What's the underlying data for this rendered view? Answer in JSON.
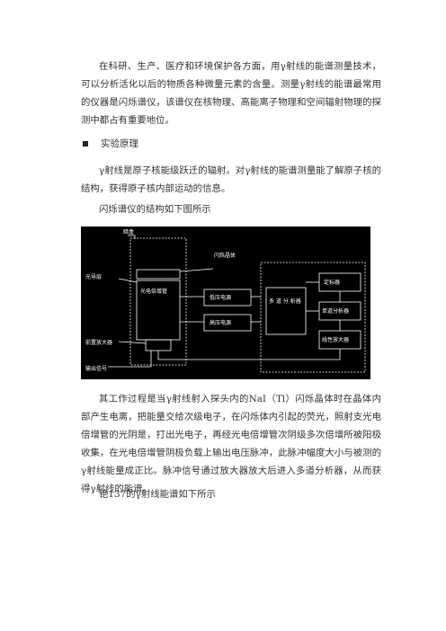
{
  "paragraphs": {
    "intro": "在科研、生产、医疗和环境保护各方面，用γ射线的能谱测量技术，可以分析活化以后的物质各种微量元素的含量。测量γ射线的能谱最常用的仪器是闪烁谱仪，该谱仪在核物理、高能离子物理和空间辐射物理的探测中都占有重要地位。",
    "section_title": "实验原理",
    "principle": "γ射线是原子核能级跃迁的辐射。对γ射线的能谱测量能了解原子核的结构，获得原子核内部运动的信息。",
    "structure_caption": "闪烁谱仪的结构如下图所示",
    "process": "其工作过程是当γ射线射入探头内的NaI（Tl）闪烁晶体时在晶体内部产生电离，把能量交给次级电子，在闪烁体内引起的荧光，照射支光电倍增管的光阴是，打出光电子，再经光电倍增管次阴级多次倍增所被阳极收集，在光电倍增管阴极负载上输出电压脉冲，此脉冲幅度大小与被测的γ射线能量成正比。脉冲信号通过放大器放大后进入多道分析器，从而获得γ射线的能谱。",
    "spectrum_caption": "铯137的γ射线能谱如下所示"
  },
  "diagram": {
    "labels": {
      "housing": "暗盒",
      "crystal": "闪烁晶体",
      "light_guide": "光导层",
      "pmt": "光电倍增管",
      "preamp": "前置放大器",
      "output": "输出信号",
      "low_voltage": "低压电源",
      "high_voltage": "高压电源",
      "mca": "多 道 分 析器",
      "scaler": "定标器",
      "sca": "单道分析器",
      "linear_amp": "线性放大器"
    },
    "colors": {
      "background": "#000000",
      "lines": "#ffffff"
    }
  }
}
